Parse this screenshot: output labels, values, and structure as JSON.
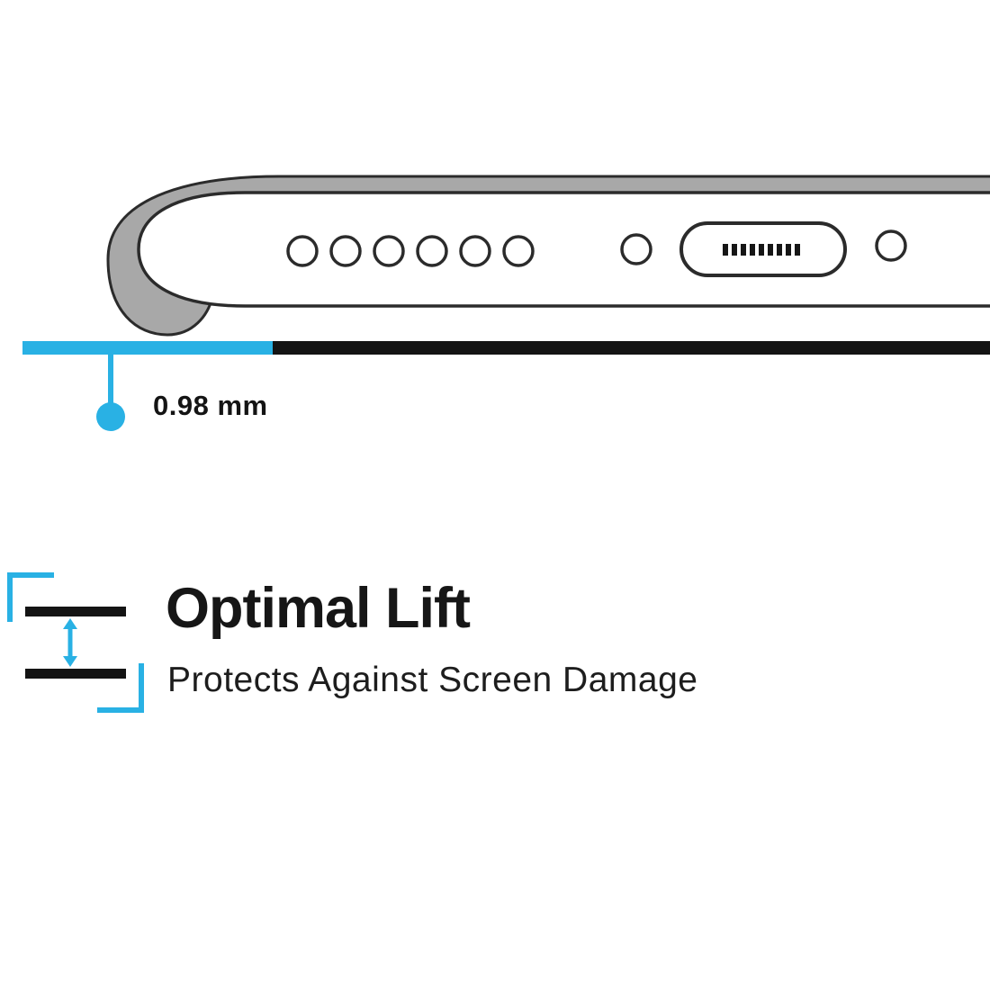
{
  "colors": {
    "accent": "#29b1e4",
    "ink": "#141414",
    "case-gray": "#a8a8a8",
    "outline": "#2b2b2b"
  },
  "measurement": {
    "label": "0.98 mm"
  },
  "feature": {
    "title": "Optimal Lift",
    "subtitle": "Protects Against Screen Damage"
  }
}
